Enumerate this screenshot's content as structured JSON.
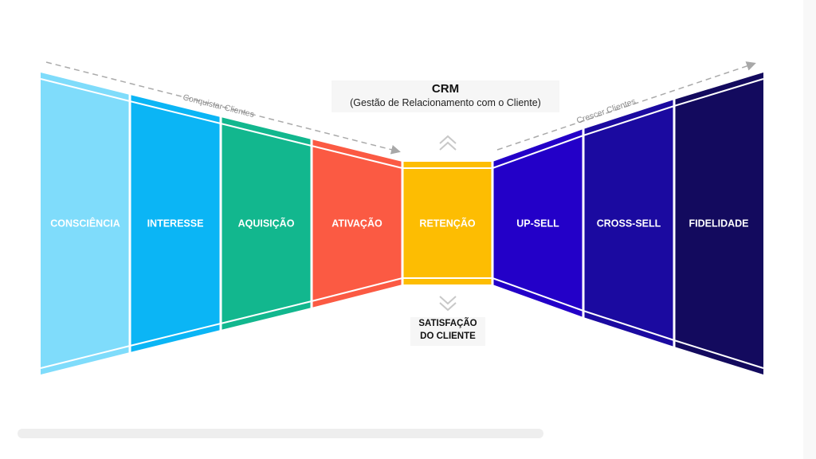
{
  "crm": {
    "title": "CRM",
    "subtitle": "(Gestão de Relacionamento com o Cliente)"
  },
  "arrows": {
    "left_label": "Conquistar Clientes",
    "right_label": "Crescer Clientes"
  },
  "satisfaction": {
    "line1": "SATISFAÇÃO",
    "line2": "DO CLIENTE"
  },
  "stages": [
    {
      "label": "CONSCIÊNCIA",
      "color": "#7fdcfb"
    },
    {
      "label": "INTERESSE",
      "color": "#0bb5f5"
    },
    {
      "label": "AQUISIÇÃO",
      "color": "#12b78e"
    },
    {
      "label": "ATIVAÇÃO",
      "color": "#fb5a43"
    },
    {
      "label": "RETENÇÃO",
      "color": "#fdbd02"
    },
    {
      "label": "UP-SELL",
      "color": "#2300c8"
    },
    {
      "label": "CROSS-SELL",
      "color": "#1b0aa0"
    },
    {
      "label": "FIDELIDADE",
      "color": "#130a5e"
    }
  ]
}
